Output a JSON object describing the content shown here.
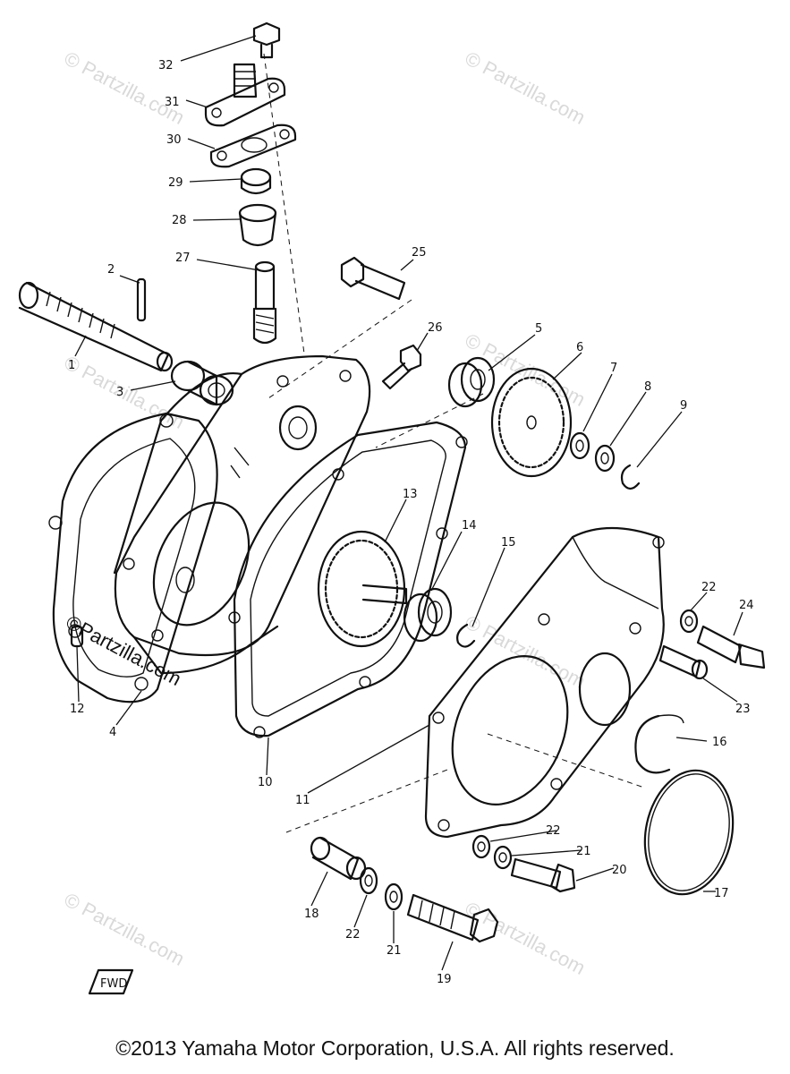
{
  "watermark": "© Partzilla.com",
  "watermark_prominent": "©Partzilla.com",
  "fwd_mark": "FWD",
  "copyright": "©2013  Yamaha Motor Corporation, U.S.A. All rights reserved.",
  "callouts": [
    {
      "id": "32",
      "label": "32"
    },
    {
      "id": "31",
      "label": "31"
    },
    {
      "id": "30",
      "label": "30"
    },
    {
      "id": "29",
      "label": "29"
    },
    {
      "id": "28",
      "label": "28"
    },
    {
      "id": "27",
      "label": "27"
    },
    {
      "id": "25",
      "label": "25"
    },
    {
      "id": "26",
      "label": "26"
    },
    {
      "id": "2",
      "label": "2"
    },
    {
      "id": "1",
      "label": "1"
    },
    {
      "id": "3",
      "label": "3"
    },
    {
      "id": "5",
      "label": "5"
    },
    {
      "id": "6",
      "label": "6"
    },
    {
      "id": "7",
      "label": "7"
    },
    {
      "id": "8",
      "label": "8"
    },
    {
      "id": "9",
      "label": "9"
    },
    {
      "id": "13",
      "label": "13"
    },
    {
      "id": "14",
      "label": "14"
    },
    {
      "id": "15",
      "label": "15"
    },
    {
      "id": "22a",
      "label": "22"
    },
    {
      "id": "24",
      "label": "24"
    },
    {
      "id": "23",
      "label": "23"
    },
    {
      "id": "16",
      "label": "16"
    },
    {
      "id": "12",
      "label": "12"
    },
    {
      "id": "4",
      "label": "4"
    },
    {
      "id": "10",
      "label": "10"
    },
    {
      "id": "11",
      "label": "11"
    },
    {
      "id": "22b",
      "label": "22"
    },
    {
      "id": "21a",
      "label": "21"
    },
    {
      "id": "20",
      "label": "20"
    },
    {
      "id": "17",
      "label": "17"
    },
    {
      "id": "18",
      "label": "18"
    },
    {
      "id": "22c",
      "label": "22"
    },
    {
      "id": "21b",
      "label": "21"
    },
    {
      "id": "19",
      "label": "19"
    }
  ]
}
